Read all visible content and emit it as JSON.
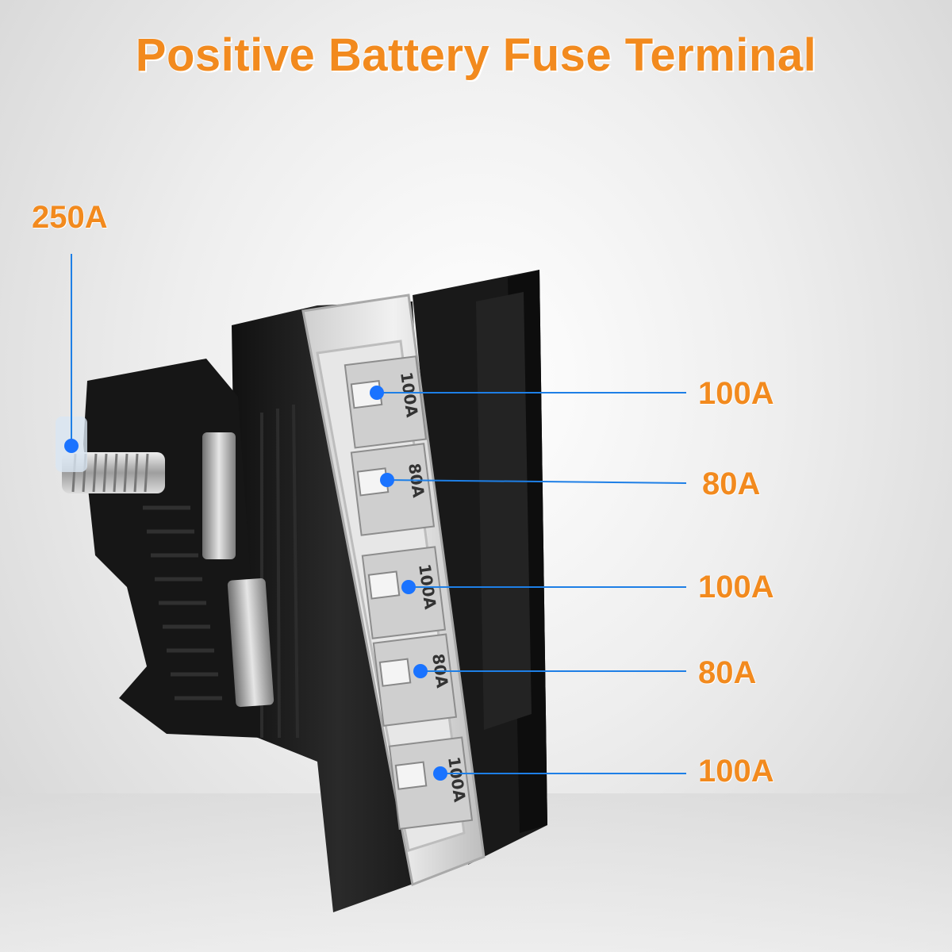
{
  "title": "Positive Battery Fuse Terminal",
  "labels": {
    "main_stud": "250A",
    "fuse_1": "100A",
    "fuse_2": "80A",
    "fuse_3": "100A",
    "fuse_4": "80A",
    "fuse_5": "100A"
  },
  "fuse_markings": [
    "100A",
    "80A",
    "100A",
    "80A",
    "100A"
  ],
  "colors": {
    "title": "#f28a1e",
    "callout_line": "#1e7fe6",
    "callout_dot": "#1a73ff",
    "housing": "#1b1b1b",
    "cover": "#dcdcdc"
  }
}
